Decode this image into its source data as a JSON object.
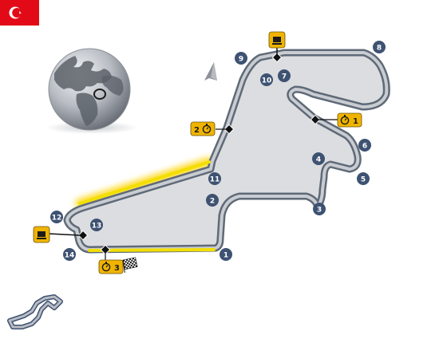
{
  "flag": {
    "name": "flag-turkey",
    "color": "#e30a17"
  },
  "colors": {
    "track_edge": "#5f6a78",
    "track_surface": "#c9ccd1",
    "track_fill": "#dcdde0",
    "turn_badge": "#3e5272",
    "marker_yellow": "#f0b400",
    "drs_glow": "#ffd400"
  },
  "turns": [
    {
      "label": "1"
    },
    {
      "label": "2"
    },
    {
      "label": "3"
    },
    {
      "label": "4"
    },
    {
      "label": "5"
    },
    {
      "label": "6"
    },
    {
      "label": "7"
    },
    {
      "label": "8"
    },
    {
      "label": "9"
    },
    {
      "label": "10"
    },
    {
      "label": "11"
    },
    {
      "label": "12"
    },
    {
      "label": "13"
    },
    {
      "label": "14"
    }
  ],
  "sectors": [
    {
      "label": "1"
    },
    {
      "label": "2"
    },
    {
      "label": "3"
    }
  ],
  "icons": {
    "stopwatch": "stopwatch-icon",
    "speed_trap": "speed-trap-icon",
    "finish": "checkered-flag-icon",
    "direction": "direction-arrow-icon",
    "globe": "globe-icon",
    "minimap": "track-minimap"
  }
}
